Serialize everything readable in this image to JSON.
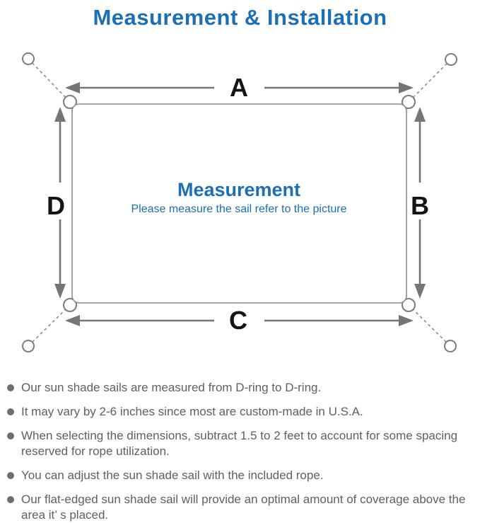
{
  "title": "Measurement & Installation",
  "colors": {
    "accent_blue": "#1b6fb5",
    "diagram_line_gray": "#8b8b8b",
    "arrow_gray": "#757575",
    "label_black": "#141414",
    "note_text_gray": "#606060"
  },
  "diagram": {
    "center_title": "Measurement",
    "center_subtitle": "Please measure the sail refer to the picture",
    "labels": {
      "top": "A",
      "right": "B",
      "bottom": "C",
      "left": "D"
    }
  },
  "notes": [
    "Our sun shade sails are measured from D-ring to D-ring.",
    "It may vary by 2-6 inches since most are custom-made in U.S.A.",
    "When selecting the dimensions, subtract 1.5 to 2 feet to account for some spacing reserved for rope utilization.",
    "You can adjust the sun shade sail with the included rope.",
    "Our flat-edged sun shade sail will provide an optimal amount of coverage above the area it’ s placed."
  ]
}
